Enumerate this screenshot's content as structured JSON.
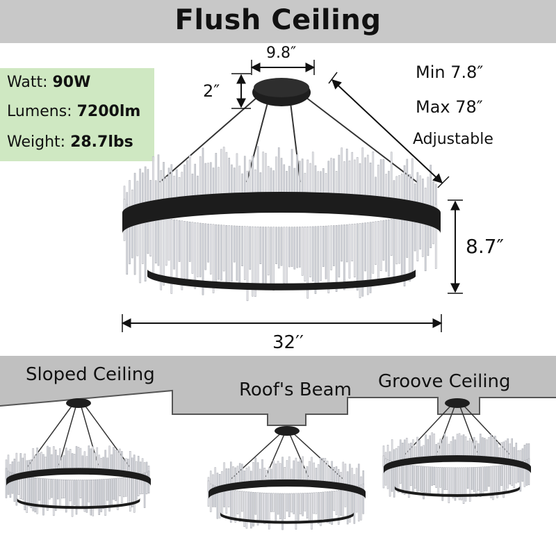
{
  "header": {
    "title": "Flush Ceiling"
  },
  "specs": [
    {
      "label": "Watt:",
      "value": "90W"
    },
    {
      "label": "Lumens:",
      "value": "7200lm"
    },
    {
      "label": "Weight:",
      "value": "28.7lbs"
    }
  ],
  "dimensions": {
    "canopy_width": "9.8″",
    "canopy_height": "2″",
    "cable_min": "Min 7.8″",
    "cable_max": "Max 78″",
    "cable_note": "Adjustable",
    "ring_height": "8.7″",
    "ring_diameter": "32′′"
  },
  "installations": [
    {
      "label": "Sloped Ceiling"
    },
    {
      "label": "Roof's Beam"
    },
    {
      "label": "Groove Ceiling"
    }
  ],
  "colors": {
    "header_bg": "#c8c8c8",
    "specs_bg": "#cfe8c2",
    "ceiling_gray": "#c0c0c0",
    "metal": "#1c1c1c"
  }
}
